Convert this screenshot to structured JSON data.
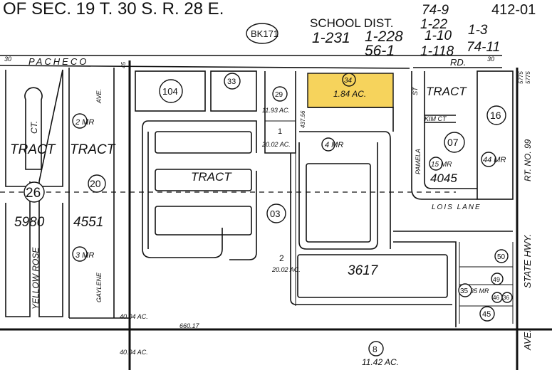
{
  "header": {
    "section": "OF SEC. 19 T. 30 S. R. 28 E.",
    "school_dist_label": "SCHOOL DIST.",
    "page_ref": "412-01",
    "codes": [
      "74-9",
      "1-22",
      "1-3",
      "1-231",
      "1-228",
      "1-10",
      "56-1",
      "1-118",
      "74-11"
    ],
    "book": "BK171"
  },
  "streets": {
    "pacheco": "PACHECO",
    "rd": "RD.",
    "yellow_rose": "YELLOW ROSE",
    "ct": "CT.",
    "gaylene": "GAYLENE",
    "ave_top": "AVE.",
    "kim_ct": "KIM CT",
    "pamela": "PAMELA",
    "st": "ST",
    "lois_lane": "LOIS LANE",
    "state_hwy": "STATE HWY.",
    "ave": "AVE.",
    "rt_no": "RT. NO. 99"
  },
  "parcels": {
    "p34": "34",
    "p34_area": "1.84 AC.",
    "p104": "104",
    "p33": "33",
    "p29": "29",
    "p29_area": "11.93 AC.",
    "p1": "1",
    "p1_area": "20.02 AC.",
    "p16": "16",
    "p07": "07",
    "p03": "03",
    "p2": "2",
    "p2_area": "20.02 AC.",
    "p8": "8",
    "p8_area": "11.42 AC.",
    "p26": "26",
    "p20": "20",
    "p35": "35",
    "p45": "45",
    "p50": "50",
    "p49": "49",
    "p46": "46",
    "p36": "36",
    "area_4004a": "40.04 AC.",
    "area_4004b": "40.04 AC."
  },
  "tract_labels": {
    "tract_left1": "TRACT",
    "tract_left2": "TRACT",
    "tract_mid": "TRACT",
    "tract_right": "TRACT",
    "num_5980": "5980",
    "num_4551": "4551",
    "num_3617": "3617",
    "num_4045": "4045"
  },
  "map_refs": {
    "mr2": "2 MR",
    "mr3": "3 MR",
    "mr4": "4 MR",
    "mr15": "15 MR",
    "mr44": "44 MR",
    "mr35": "35 MR"
  },
  "dims": {
    "d30a": "30",
    "d30b": "30",
    "d45": "45",
    "d660": "660.17",
    "d5775a": "5775",
    "d5775b": "5775",
    "d437": "437.56"
  },
  "colors": {
    "highlight": "#f6d35c",
    "ink": "#111111",
    "paper": "#ffffff"
  }
}
